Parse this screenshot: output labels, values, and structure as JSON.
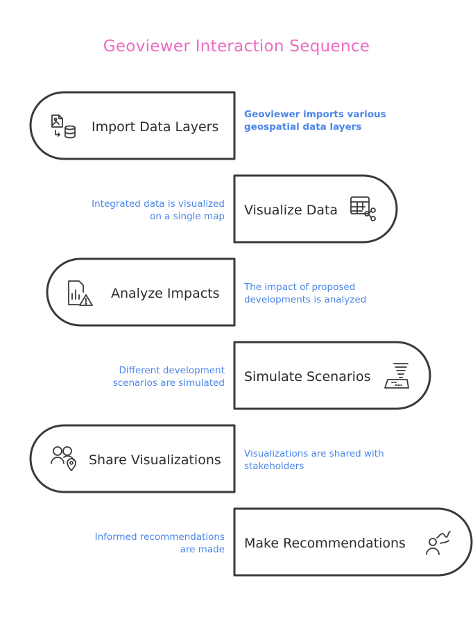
{
  "title": "Geoviewer Interaction Sequence",
  "steps": [
    {
      "label": "Import Data Layers",
      "description": "Geoviewer imports various geospatial data layers",
      "icon": "image-database-icon"
    },
    {
      "label": "Visualize Data",
      "description": "Integrated data is visualized on a single map",
      "icon": "table-network-icon"
    },
    {
      "label": "Analyze Impacts",
      "description": "The impact of proposed developments is analyzed",
      "icon": "chart-warning-icon"
    },
    {
      "label": "Simulate Scenarios",
      "description": "Different development scenarios are simulated",
      "icon": "tornado-map-icon"
    },
    {
      "label": "Share Visualizations",
      "description": "Visualizations are shared with stakeholders",
      "icon": "users-location-icon"
    },
    {
      "label": "Make Recommendations",
      "description": "Informed recommendations are made",
      "icon": "person-path-icon"
    }
  ],
  "colors": {
    "title": "#ee6ac4",
    "description": "#4b86e8",
    "outline": "#3a3a3a"
  }
}
